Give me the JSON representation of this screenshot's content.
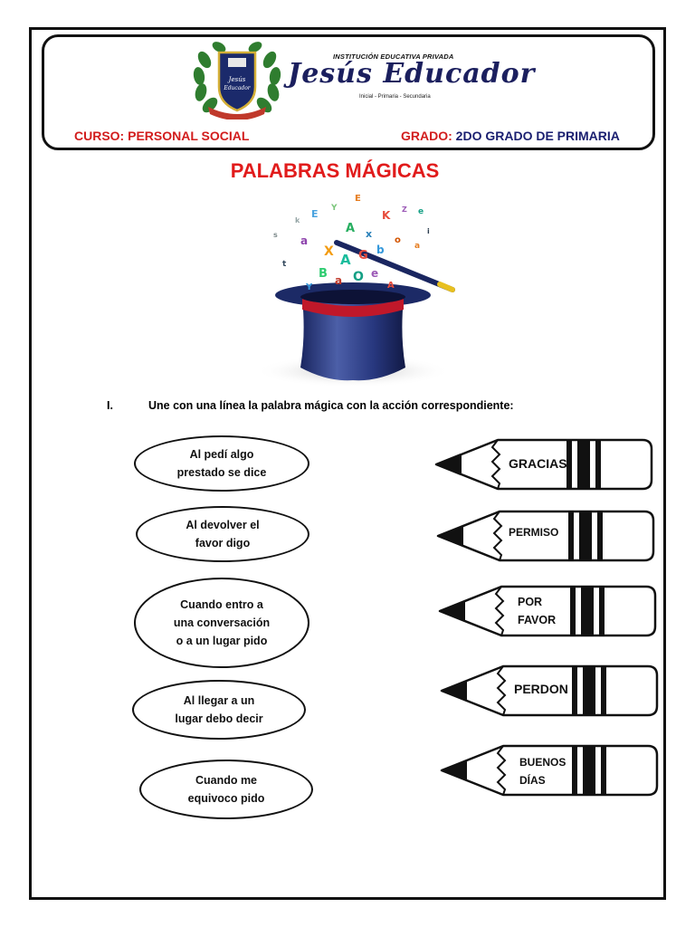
{
  "header": {
    "institution_type": "INSTITUCIÓN EDUCATIVA PRIVADA",
    "institution_name": "Jesús Educador",
    "levels": "Inicial - Primaria - Secundaria",
    "crest_text": "Jesús Educador",
    "course_label": "CURSO:",
    "course_value": "PERSONAL SOCIAL",
    "grade_label": "GRADO:",
    "grade_value": "2DO GRADO DE PRIMARIA"
  },
  "title": "PALABRAS MÁGICAS",
  "instruction": {
    "number": "I.",
    "text": "Une con una línea la palabra mágica con la acción correspondiente:"
  },
  "actions": [
    "Al pedí algo\nprestado se dice",
    "Al devolver el\nfavor digo",
    "Cuando entro a\nuna conversación\no a un lugar pido",
    "Al llegar a un\nlugar debo decir",
    "Cuando me\nequivoco pido"
  ],
  "magic_words": [
    "GRACIAS",
    "PERMISO",
    "POR\nFAVOR",
    "PERDON",
    "BUENOS\nDÍAS"
  ],
  "colors": {
    "accent_red": "#d21d1d",
    "navy": "#1a1f70"
  }
}
